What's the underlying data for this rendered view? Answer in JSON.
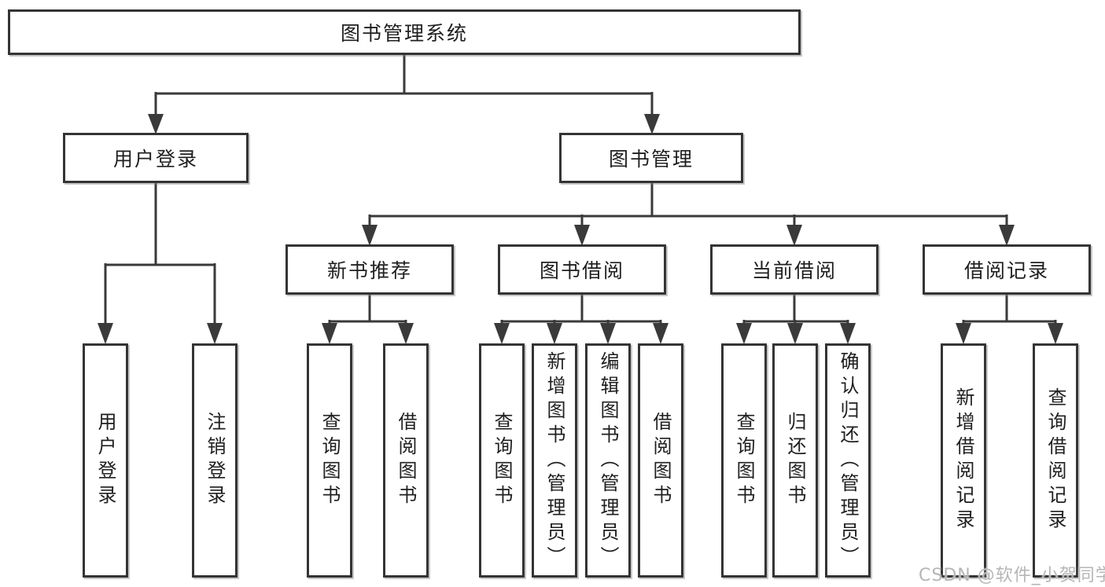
{
  "diagram": {
    "root": {
      "label": "图书管理系统"
    },
    "branches": [
      {
        "label": "用户登录",
        "children": [
          {
            "label": "用户登录"
          },
          {
            "label": "注销登录"
          }
        ]
      },
      {
        "label": "图书管理",
        "children": [
          {
            "label": "新书推荐",
            "children": [
              {
                "label": "查询图书"
              },
              {
                "label": "借阅图书"
              }
            ]
          },
          {
            "label": "图书借阅",
            "children": [
              {
                "label": "查询图书"
              },
              {
                "label": "新增图书（管理员）"
              },
              {
                "label": "编辑图书（管理员）"
              },
              {
                "label": "借阅图书"
              }
            ]
          },
          {
            "label": "当前借阅",
            "children": [
              {
                "label": "查询图书"
              },
              {
                "label": "归还图书"
              },
              {
                "label": "确认归还（管理员）"
              }
            ]
          },
          {
            "label": "借阅记录",
            "children": [
              {
                "label": "新增借阅记录"
              },
              {
                "label": "查询借阅记录"
              }
            ]
          }
        ]
      }
    ]
  },
  "watermark": "CSDN @软件_小贺同学",
  "colors": {
    "line": "#3a3a3a",
    "border": "#343434",
    "text": "#1f1f1f",
    "watermark": "#b6b6b6",
    "background": "#ffffff"
  }
}
